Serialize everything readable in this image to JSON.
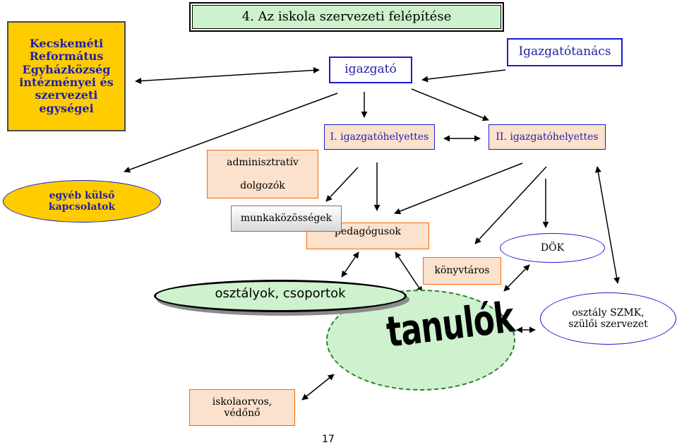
{
  "title": "4. Az iskola szervezeti felépítése",
  "nodes": {
    "kecskemet": [
      "Kecskeméti",
      "Református",
      "Egyházközség",
      "intézményei és",
      "szervezeti",
      "egységei"
    ],
    "igazgato": "igazgató",
    "igazgatotanacs": "Igazgatótanács",
    "helyettes1": "I. igazgatóhelyettes",
    "helyettes2": "II. igazgatóhelyettes",
    "adminisztrativ": "adminisztratív",
    "dolgozok": "dolgozók",
    "egyeb_kulso": [
      "egyéb külső",
      "kapcsolatok"
    ],
    "munkakozossegek": "munkaközösségek",
    "pedagogusok": "pedagógusok",
    "konyvtaros": "könyvtáros",
    "dok": "DÖK",
    "osztalyok": "osztályok, csoportok",
    "szmk": [
      "osztály SZMK,",
      "szülői szervezet"
    ],
    "tanulok": "tanulók",
    "iskolaorvos": [
      "iskolaorvos,",
      "védőnő"
    ]
  },
  "page_number": "17",
  "colors": {
    "gold": "#ffcc00",
    "light_green": "#cdf2cd",
    "peach": "#fce1cc",
    "blue_text": "#2222aa",
    "blue_border": "#1b1bd0"
  }
}
